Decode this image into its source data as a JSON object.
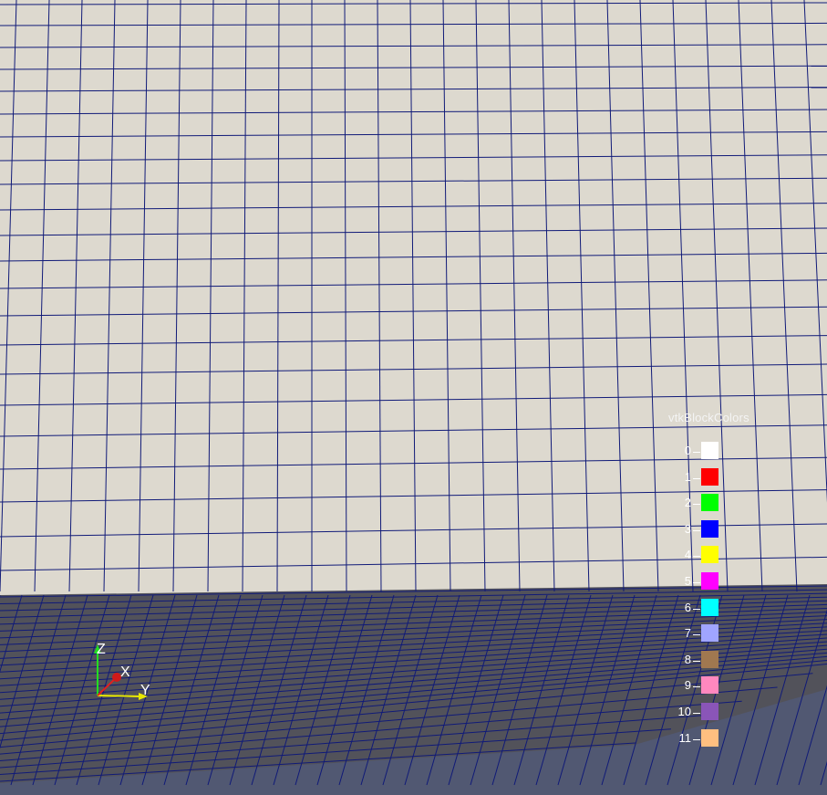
{
  "legend": {
    "title": "vtkBlockColors",
    "entries": [
      {
        "label": "0",
        "color": "#ffffff"
      },
      {
        "label": "1",
        "color": "#ff0000"
      },
      {
        "label": "2",
        "color": "#00ff00"
      },
      {
        "label": "3",
        "color": "#0000ff"
      },
      {
        "label": "4",
        "color": "#ffff00"
      },
      {
        "label": "5",
        "color": "#ff00ff"
      },
      {
        "label": "6",
        "color": "#00ffff"
      },
      {
        "label": "7",
        "color": "#a0a5ff"
      },
      {
        "label": "8",
        "color": "#a07850"
      },
      {
        "label": "9",
        "color": "#ff88bf"
      },
      {
        "label": "10",
        "color": "#8a55b8"
      },
      {
        "label": "11",
        "color": "#ffbf80"
      }
    ]
  },
  "axes": {
    "x": "X",
    "y": "Y",
    "z": "Z"
  },
  "colors": {
    "background": "#515872",
    "surface": "#ddd9cf",
    "grid": "#101a78",
    "floor": "#52525a"
  }
}
